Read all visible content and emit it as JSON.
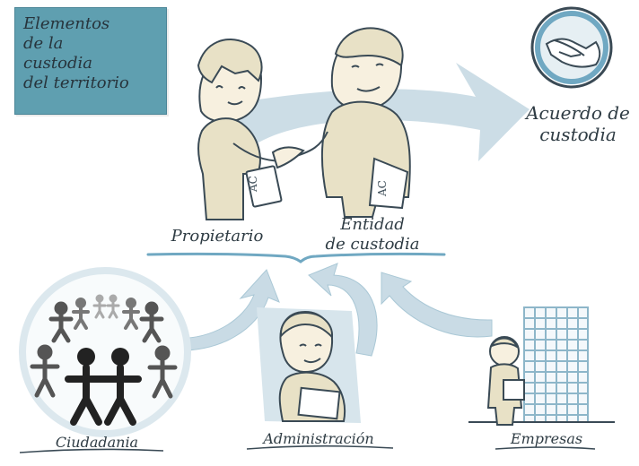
{
  "title": "Elementos\nde la\ncustodia\ndel territorio",
  "agreement": {
    "label": "Acuerdo de\ncustodia",
    "icon": "handshake-icon"
  },
  "main_parties": {
    "owner": "Propietario",
    "entity": "Entidad\nde custodia",
    "document_label": "AC"
  },
  "stakeholders": {
    "citizens": "Ciudadania",
    "administration": "Administración",
    "business": "Empresas"
  },
  "colors": {
    "title_bg": "#5f9fb0",
    "arrow_fill": "#c9dbe5",
    "accent_blue": "#70a8c2",
    "outline": "#3a4a55",
    "skin": "#f7f0df",
    "paper": "#e8e1c6",
    "text": "#2f3c44"
  }
}
